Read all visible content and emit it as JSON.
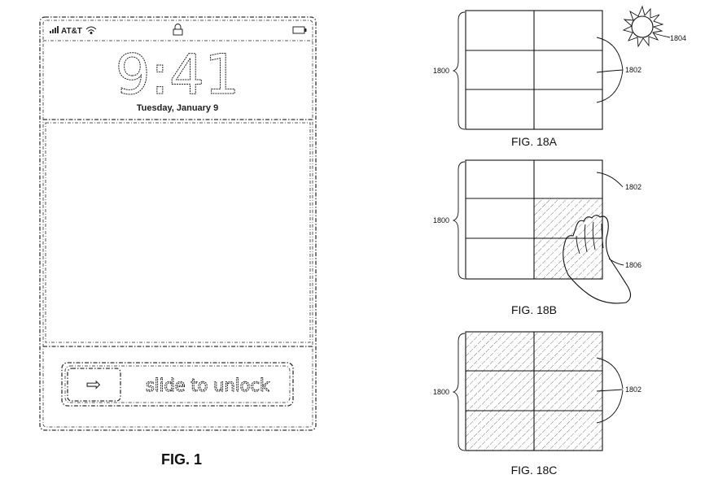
{
  "phone": {
    "carrier": "AT&T",
    "clock": "9:41",
    "date": "Tuesday, January 9",
    "slider_label": "slide to unlock",
    "slider_arrow": "⇨",
    "figure_label": "FIG. 1"
  },
  "figures": [
    {
      "id": "18A",
      "label": "FIG. 18A",
      "grid_label": "1800",
      "region_label": "1802",
      "extra_label": "1804",
      "shaded": "none"
    },
    {
      "id": "18B",
      "label": "FIG. 18B",
      "grid_label": "1800",
      "region_label": "1802",
      "extra_label": "1806",
      "shaded": "partial"
    },
    {
      "id": "18C",
      "label": "FIG. 18C",
      "grid_label": "1800",
      "region_label": "1802",
      "shaded": "all"
    }
  ],
  "icons": [
    "signal-bars-icon",
    "wifi-icon",
    "lock-icon",
    "battery-icon",
    "arrow-right-icon",
    "sun-icon",
    "hand-icon"
  ]
}
